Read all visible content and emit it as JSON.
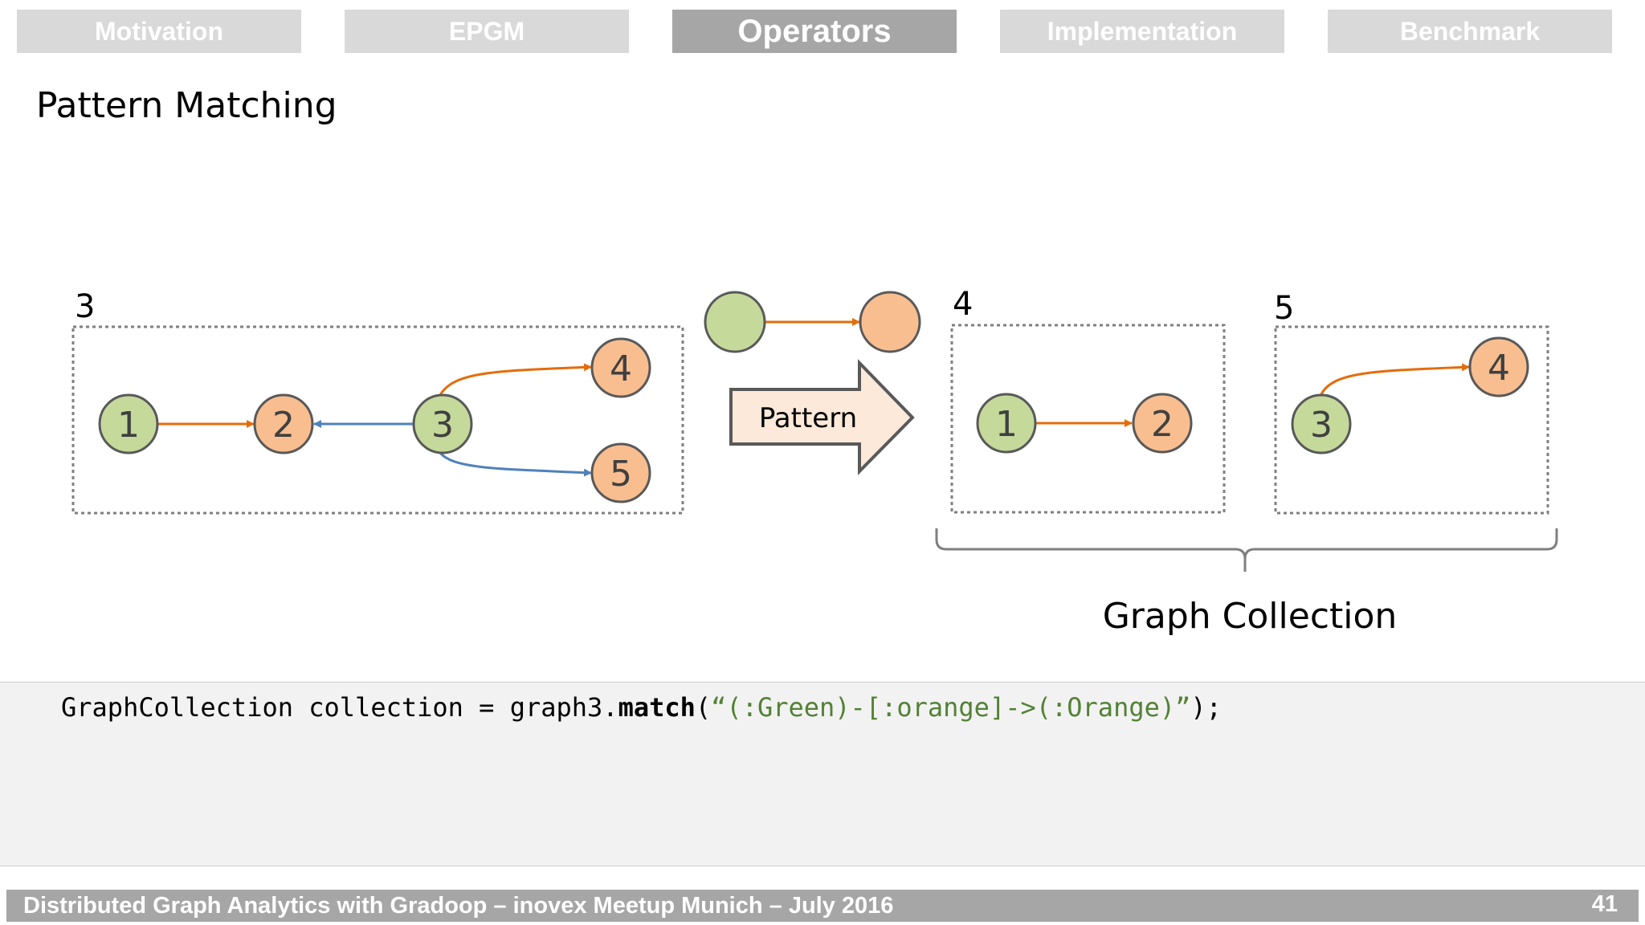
{
  "nav": {
    "tabs": [
      {
        "label": "Motivation",
        "active": false
      },
      {
        "label": "EPGM",
        "active": false
      },
      {
        "label": "Operators",
        "active": true
      },
      {
        "label": "Implementation",
        "active": false
      },
      {
        "label": "Benchmark",
        "active": false
      }
    ]
  },
  "slide": {
    "title": "Pattern Matching"
  },
  "diagram": {
    "input_graph": {
      "id_label": "3",
      "nodes": [
        {
          "label": "1",
          "color": "green"
        },
        {
          "label": "2",
          "color": "orange"
        },
        {
          "label": "3",
          "color": "green"
        },
        {
          "label": "4",
          "color": "orange"
        },
        {
          "label": "5",
          "color": "orange"
        }
      ]
    },
    "pattern_arrow_label": "Pattern",
    "result_graphs": [
      {
        "id_label": "4",
        "nodes": [
          {
            "label": "1",
            "color": "green"
          },
          {
            "label": "2",
            "color": "orange"
          }
        ]
      },
      {
        "id_label": "5",
        "nodes": [
          {
            "label": "3",
            "color": "green"
          },
          {
            "label": "4",
            "color": "orange"
          }
        ]
      }
    ],
    "collection_label": "Graph Collection",
    "colors": {
      "green_fill": "#c5d99b",
      "orange_fill": "#f9be8f",
      "node_stroke": "#595959",
      "orange_edge": "#e46c0a",
      "blue_edge": "#4f81bd",
      "arrow_fill": "#fde9d9"
    }
  },
  "code": {
    "prefix": "GraphCollection collection = graph3.",
    "method": "match",
    "open": "(",
    "string": "“(:Green)-[:orange]->(:Orange)”",
    "suffix": ");"
  },
  "footer": {
    "text": "Distributed Graph Analytics with Gradoop – inovex Meetup Munich – July 2016",
    "page_number": "41"
  }
}
